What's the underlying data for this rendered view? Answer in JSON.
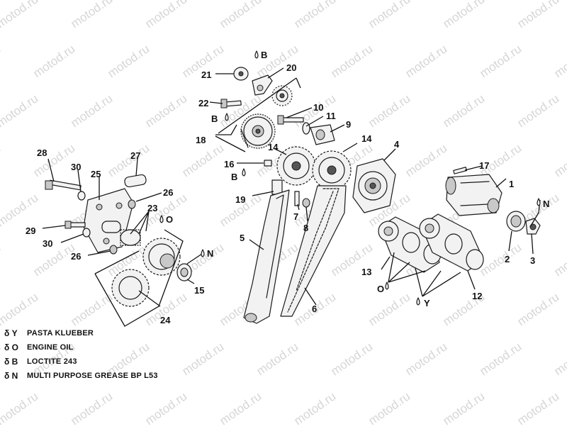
{
  "title": "",
  "watermark": "motod.ru",
  "callouts": [
    "1",
    "2",
    "3",
    "4",
    "5",
    "6",
    "7",
    "8",
    "9",
    "10",
    "11",
    "12",
    "13",
    "14",
    "14",
    "15",
    "16",
    "17",
    "18",
    "19",
    "20",
    "21",
    "22",
    "23",
    "24",
    "25",
    "26",
    "26",
    "27",
    "28",
    "29",
    "30",
    "30"
  ],
  "lube_marks": [
    "B",
    "B",
    "B",
    "O",
    "O",
    "N",
    "N",
    "Y"
  ],
  "legend": [
    {
      "symbol": "δ Y",
      "text": "PASTA KLUEBER"
    },
    {
      "symbol": "δ O",
      "text": "ENGINE OIL"
    },
    {
      "symbol": "δ B",
      "text": "LOCTITE 243"
    },
    {
      "symbol": "δ N",
      "text": "MULTI PURPOSE GREASE BP L53"
    }
  ]
}
